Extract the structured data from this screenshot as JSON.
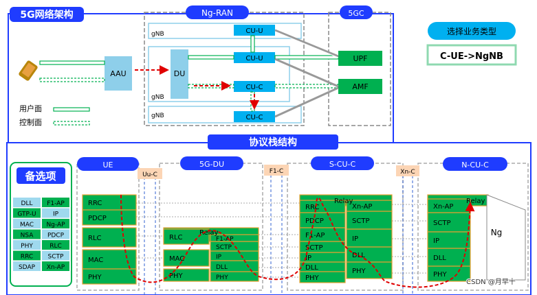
{
  "top": {
    "title": "5G网络架构",
    "ngran_label": "Ng-RAN",
    "core_label": "5GC",
    "gnb_label": "gNB",
    "aau": "AAU",
    "du": "DU",
    "cu_u": "CU-U",
    "cu_c": "CU-C",
    "upf": "UPF",
    "amf": "AMF",
    "legend_user": "用户面",
    "legend_control": "控制面",
    "select_title": "选择业务类型",
    "selected": "C-UE->NgNB"
  },
  "bottom": {
    "title": "协议栈结构",
    "options_title": "备选项",
    "options": [
      [
        "DLL",
        "F1-AP"
      ],
      [
        "GTP-U",
        "IP"
      ],
      [
        "MAC",
        "Ng-AP"
      ],
      [
        "NSA",
        "PDCP"
      ],
      [
        "PHY",
        "RLC"
      ],
      [
        "RRC",
        "SCTP"
      ],
      [
        "SDAP",
        "Xn-AP"
      ]
    ],
    "headers": {
      "ue": "UE",
      "du": "5G-DU",
      "scu": "S-CU-C",
      "ncu": "N-CU-C"
    },
    "interfaces": {
      "uu": "Uu-C",
      "f1": "F1-C",
      "xn": "Xn-C"
    },
    "ue_stack": [
      "RRC",
      "PDCP",
      "RLC",
      "MAC",
      "PHY"
    ],
    "du": {
      "relay": "Relay",
      "left": [
        "RLC",
        "MAC",
        "PHY"
      ],
      "right": [
        "F1-AP",
        "SCTP",
        "IP",
        "DLL",
        "PHY"
      ]
    },
    "scu": {
      "relay": "Relay",
      "left": [
        "RRC",
        "PDCP",
        "F1-AP",
        "SCTP",
        "IP",
        "DLL",
        "PHY"
      ],
      "right": [
        "Xn-AP",
        "SCTP",
        "IP",
        "DLL",
        "PHY"
      ]
    },
    "ncu": {
      "relay": "Relay",
      "left": [
        "Xn-AP",
        "SCTP",
        "IP",
        "DLL",
        "PHY"
      ],
      "ng": "Ng"
    }
  },
  "watermark": "CSDN @月早十",
  "colors": {
    "blue": "#1f3cff",
    "green": "#00b050",
    "light_blue": "#8ecfea",
    "cyan_blue": "#00b0f0",
    "orange": "#fcd5b5",
    "arrow_red": "#e00000"
  }
}
